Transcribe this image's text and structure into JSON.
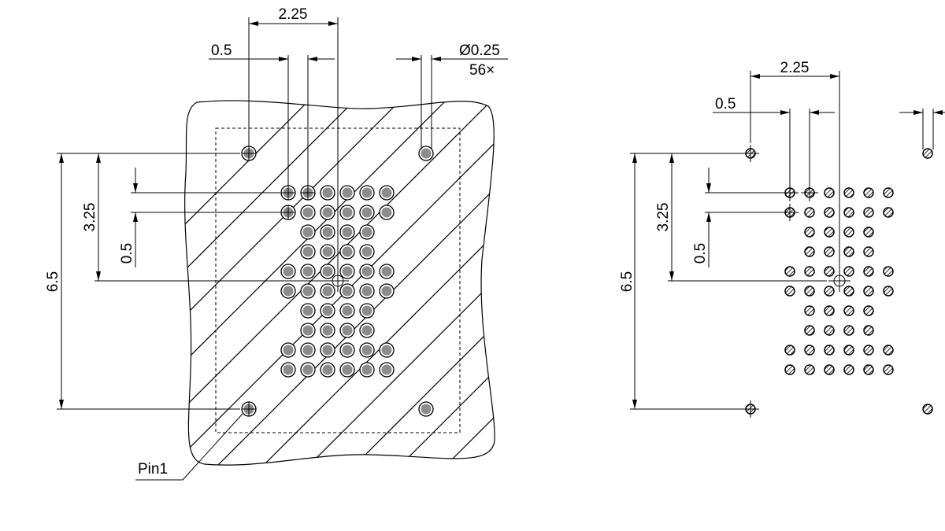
{
  "left_view": {
    "dim_pitch_x": "2.25",
    "dim_pad_pitch": "0.5",
    "dim_diameter": "Ø0.25",
    "dim_count": "56×",
    "dim_height": "6.5",
    "dim_half_height": "3.25",
    "dim_row_pitch": "0.5",
    "pin1_label": "Pin1"
  },
  "right_view": {
    "dim_pitch_x": "2.25",
    "dim_pad_pitch": "0.5",
    "dim_height": "6.5",
    "dim_half_height": "3.25",
    "dim_row_pitch": "0.5"
  },
  "colors": {
    "pad_fill": "#8c8c8c",
    "line": "#000000"
  },
  "pad_rows": [
    [
      1,
      1,
      1,
      1,
      1,
      1
    ],
    [
      1,
      1,
      1,
      1,
      1,
      1
    ],
    [
      0,
      1,
      1,
      1,
      1,
      0
    ],
    [
      0,
      1,
      1,
      1,
      1,
      0
    ],
    [
      1,
      1,
      1,
      1,
      1,
      1
    ],
    [
      1,
      1,
      1,
      1,
      1,
      1
    ],
    [
      0,
      1,
      1,
      1,
      1,
      0
    ],
    [
      0,
      1,
      1,
      1,
      1,
      0
    ],
    [
      1,
      1,
      1,
      1,
      1,
      1
    ],
    [
      1,
      1,
      1,
      1,
      1,
      1
    ]
  ]
}
